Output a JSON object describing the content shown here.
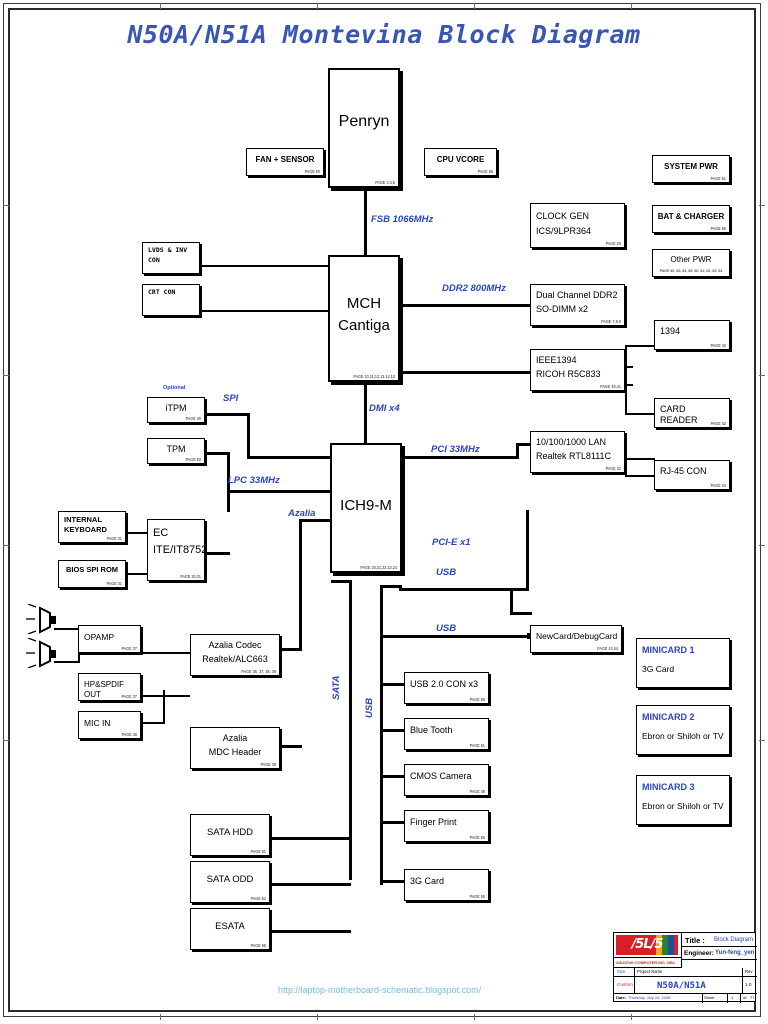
{
  "title": "N50A/N51A Montevina Block Diagram",
  "url": "http://laptop-motherboard-schematic.blogspot.com/",
  "labels": {
    "optional": "Optional"
  },
  "blocks": {
    "penryn": {
      "name": "Penryn",
      "page": "PAGE 3,4,5"
    },
    "fan_sensor": {
      "name": "FAN + SENSOR",
      "page": "PAGE 50"
    },
    "cpu_vcore": {
      "name": "CPU VCORE",
      "page": "PAGE 65"
    },
    "system_pwr": {
      "name": "SYSTEM PWR",
      "page": "PAGE 61"
    },
    "bat_charger": {
      "name": "BAT & CHARGER",
      "page": "PAGE 66"
    },
    "other_pwr": {
      "name": "Other PWR",
      "page": "PAGE 62, 63, 64, 65, 60, 61, 62, 63, 64"
    },
    "clock_gen": {
      "name1": "CLOCK GEN",
      "name2": "ICS/9LPR364",
      "page": "PAGE 29"
    },
    "mch": {
      "name1": "MCH",
      "name2": "Cantiga",
      "page": "PAGE 10,11,12,13,14,15"
    },
    "lvds_inv": {
      "name1": "LVDS & INV",
      "name2": "CON",
      "page": ""
    },
    "crt_con": {
      "name": "CRT CON",
      "page": ""
    },
    "ddr2": {
      "name1": "Dual Channel DDR2",
      "name2": "SO-DIMM x2",
      "page": "PAGE 7,8,9"
    },
    "ieee1394": {
      "name1": "IEEE1394",
      "name2": "RICOH R5C833",
      "page": "PAGE 40,41"
    },
    "ieee_1394_con": {
      "name": "1394",
      "page": "PAGE 42"
    },
    "card_reader": {
      "name": "CARD READER",
      "page": "PAGE 42"
    },
    "lan": {
      "name1": "10/100/1000 LAN",
      "name2": "Realtek RTL8111C",
      "page": "PAGE 32"
    },
    "rj45": {
      "name": "RJ-45 CON",
      "page": "PAGE 34"
    },
    "itpm": {
      "name": "iTPM",
      "page": "PAGE 29"
    },
    "tpm": {
      "name": "TPM",
      "page": "PAGE 63"
    },
    "ich9m": {
      "name": "ICH9-M",
      "page": "PAGE 20,21,22,23,24"
    },
    "internal_kb": {
      "name1": "INTERNAL",
      "name2": "KEYBOARD",
      "page": "PAGE 31"
    },
    "bios_spi_rom": {
      "name": "BIOS SPI ROM",
      "page": "PAGE 31"
    },
    "ec": {
      "name1": "EC",
      "name2": "ITE/IT8752",
      "page": "PAGE  30,31"
    },
    "opamp": {
      "name": "OPAMP",
      "page": "PAGE 37"
    },
    "hp_spdif": {
      "name": "HP&SPDIF OUT",
      "page": "PAGE 37"
    },
    "mic_in": {
      "name": "MIC IN",
      "page": "PAGE 38"
    },
    "azalia_codec": {
      "name1": "Azalia Codec",
      "name2": "Realtek/ALC663",
      "page": "PAGE 36, 37, 38, 39"
    },
    "azalia_mdc": {
      "name1": "Azalia",
      "name2": "MDC Header",
      "page": "PAGE 38"
    },
    "sata_hdd": {
      "name": "SATA HDD",
      "page": "PAGE 51"
    },
    "sata_odd": {
      "name": "SATA ODD",
      "page": "PAGE 52"
    },
    "esata": {
      "name": "ESATA",
      "page": "PAGE 66"
    },
    "newcard": {
      "name": "NewCard/DebugCard",
      "page": "PAGE 43,44"
    },
    "usb20con": {
      "name": "USB 2.0 CON x3",
      "page": "PAGE 55"
    },
    "bluetooth": {
      "name": "Blue Tooth",
      "page": "PAGE 51"
    },
    "cmos_camera": {
      "name": "CMOS Camera",
      "page": "PAGE 49"
    },
    "finger_print": {
      "name": "Finger Print",
      "page": "PAGE 65"
    },
    "3g_card": {
      "name": "3G Card",
      "page": "PAGE 55"
    },
    "minicard1": {
      "title": "MINICARD 1",
      "desc": "3G Card"
    },
    "minicard2": {
      "title": "MINICARD 2",
      "desc": "Ebron or Shiloh or TV"
    },
    "minicard3": {
      "title": "MINICARD 3",
      "desc": "Ebron or Shiloh or TV"
    }
  },
  "buses": {
    "fsb": "FSB 1066MHz",
    "ddr2": "DDR2 800MHz",
    "dmi": "DMI x4",
    "spi": "SPI",
    "lpc": "LPC 33MHz",
    "azalia": "Azalia",
    "pci": "PCI 33MHz",
    "pcie": "PCI-E x1",
    "usb1": "USB",
    "usb2": "USB",
    "usb_v": "USB",
    "sata_v": "SATA"
  },
  "titleblock": {
    "logo_text": "/5L/5",
    "company": "ASUSTeK COMPUTER INC. NB1",
    "title_label": "Title :",
    "title_value": "Block Diagram",
    "engineer_label": "Engineer:",
    "engineer_value": "Yun-feng_yen",
    "size_label": "Size",
    "size_value": "Custom",
    "project_label": "Project Name",
    "project_value": "N50A/N51A",
    "rev_label": "Rev",
    "rev_value": "1.0",
    "date_label": "Date:",
    "date_value": "Thursday, July 24, 2008",
    "sheet_label": "Sheet",
    "sheet_value": "1",
    "of_label": "of",
    "of_value": "77"
  },
  "colors": {
    "accent_blue": "#2a47b8",
    "title_blue": "#3a55b4",
    "url_blue": "#7fb8de",
    "asus_red": "#d81f26",
    "wire_black": "#000000"
  }
}
